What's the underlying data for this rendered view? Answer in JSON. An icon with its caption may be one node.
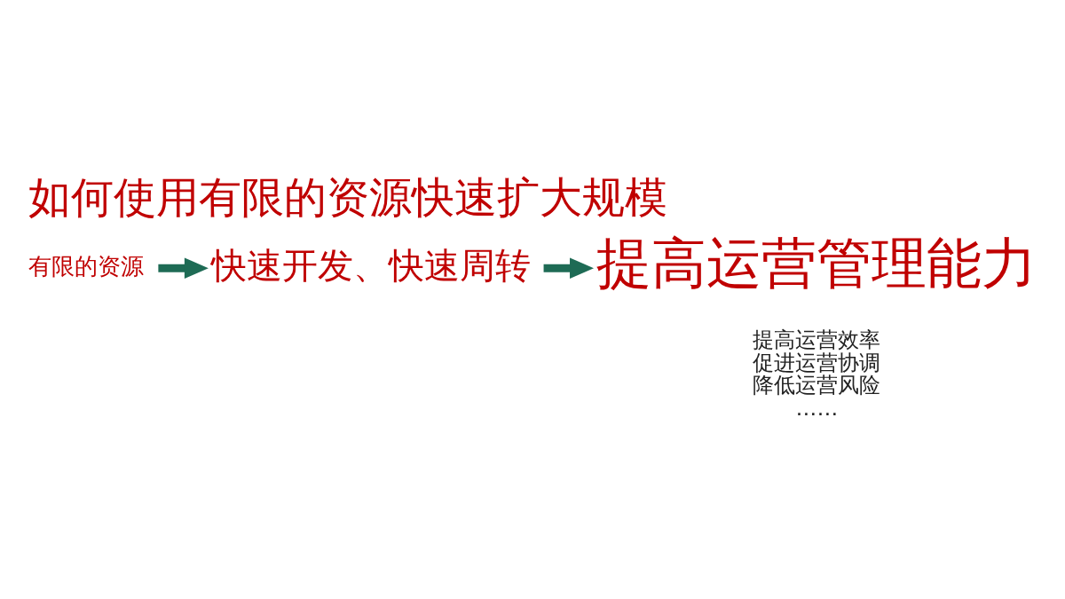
{
  "diagram": {
    "title": "如何使用有限的资源快速扩大规模",
    "nodes": [
      {
        "text": [
          "有限的资源"
        ]
      },
      {
        "text": [
          "快速开发、快速周转"
        ]
      },
      {
        "text": [
          "提高运营管理能力"
        ],
        "beside": [
          "提高运营效率",
          "促进运营协调",
          "降低运营风险",
          "……"
        ]
      }
    ],
    "edges": [
      {
        "from": 0,
        "to": 1,
        "arrow": "to"
      },
      {
        "from": 1,
        "to": 2,
        "arrow": "to"
      }
    ]
  }
}
